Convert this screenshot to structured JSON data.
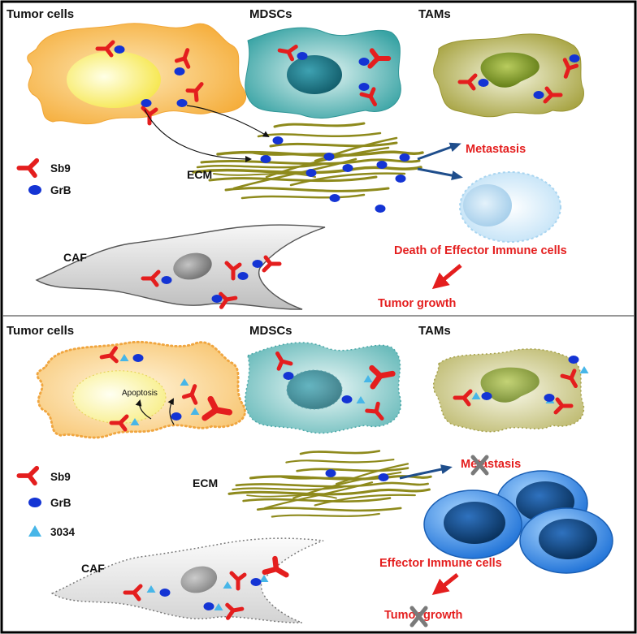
{
  "top_panel": {
    "labels": {
      "tumor_cells": "Tumor cells",
      "mdscs": "MDSCs",
      "tams": "TAMs",
      "ecm": "ECM",
      "caf": "CAF"
    },
    "legend": [
      {
        "icon": "sb9-receptor-icon",
        "label": "Sb9"
      },
      {
        "icon": "grb-dot-icon",
        "label": "GrB"
      }
    ],
    "outcomes": {
      "metastasis": {
        "label": "Metastasis",
        "blocked": false
      },
      "immune_cells": {
        "label": "Death of Effector Immune cells"
      },
      "tumor_growth": {
        "label": "Tumor growth",
        "blocked": false
      }
    }
  },
  "bottom_panel": {
    "labels": {
      "tumor_cells": "Tumor cells",
      "mdscs": "MDSCs",
      "tams": "TAMs",
      "ecm": "ECM",
      "caf": "CAF",
      "apoptosis": "Apoptosis"
    },
    "legend": [
      {
        "icon": "sb9-receptor-icon",
        "label": "Sb9"
      },
      {
        "icon": "grb-dot-icon",
        "label": "GrB"
      },
      {
        "icon": "triangle-icon",
        "label": "3034"
      }
    ],
    "outcomes": {
      "metastasis": {
        "label": "Metastasis",
        "blocked": true
      },
      "immune_cells": {
        "label": "Effector Immune cells"
      },
      "tumor_growth": {
        "label": "Tumor growth",
        "blocked": true
      }
    }
  },
  "colors": {
    "sb9": "#e41e1e",
    "grb": "#1434d4",
    "compound_3034": "#47b6e8",
    "outcome_text": "#e41e1e",
    "arrow_blue": "#1f4e8c",
    "ecm_fiber": "#8e8a1c",
    "blocked_mark": "#7a7a7a"
  }
}
